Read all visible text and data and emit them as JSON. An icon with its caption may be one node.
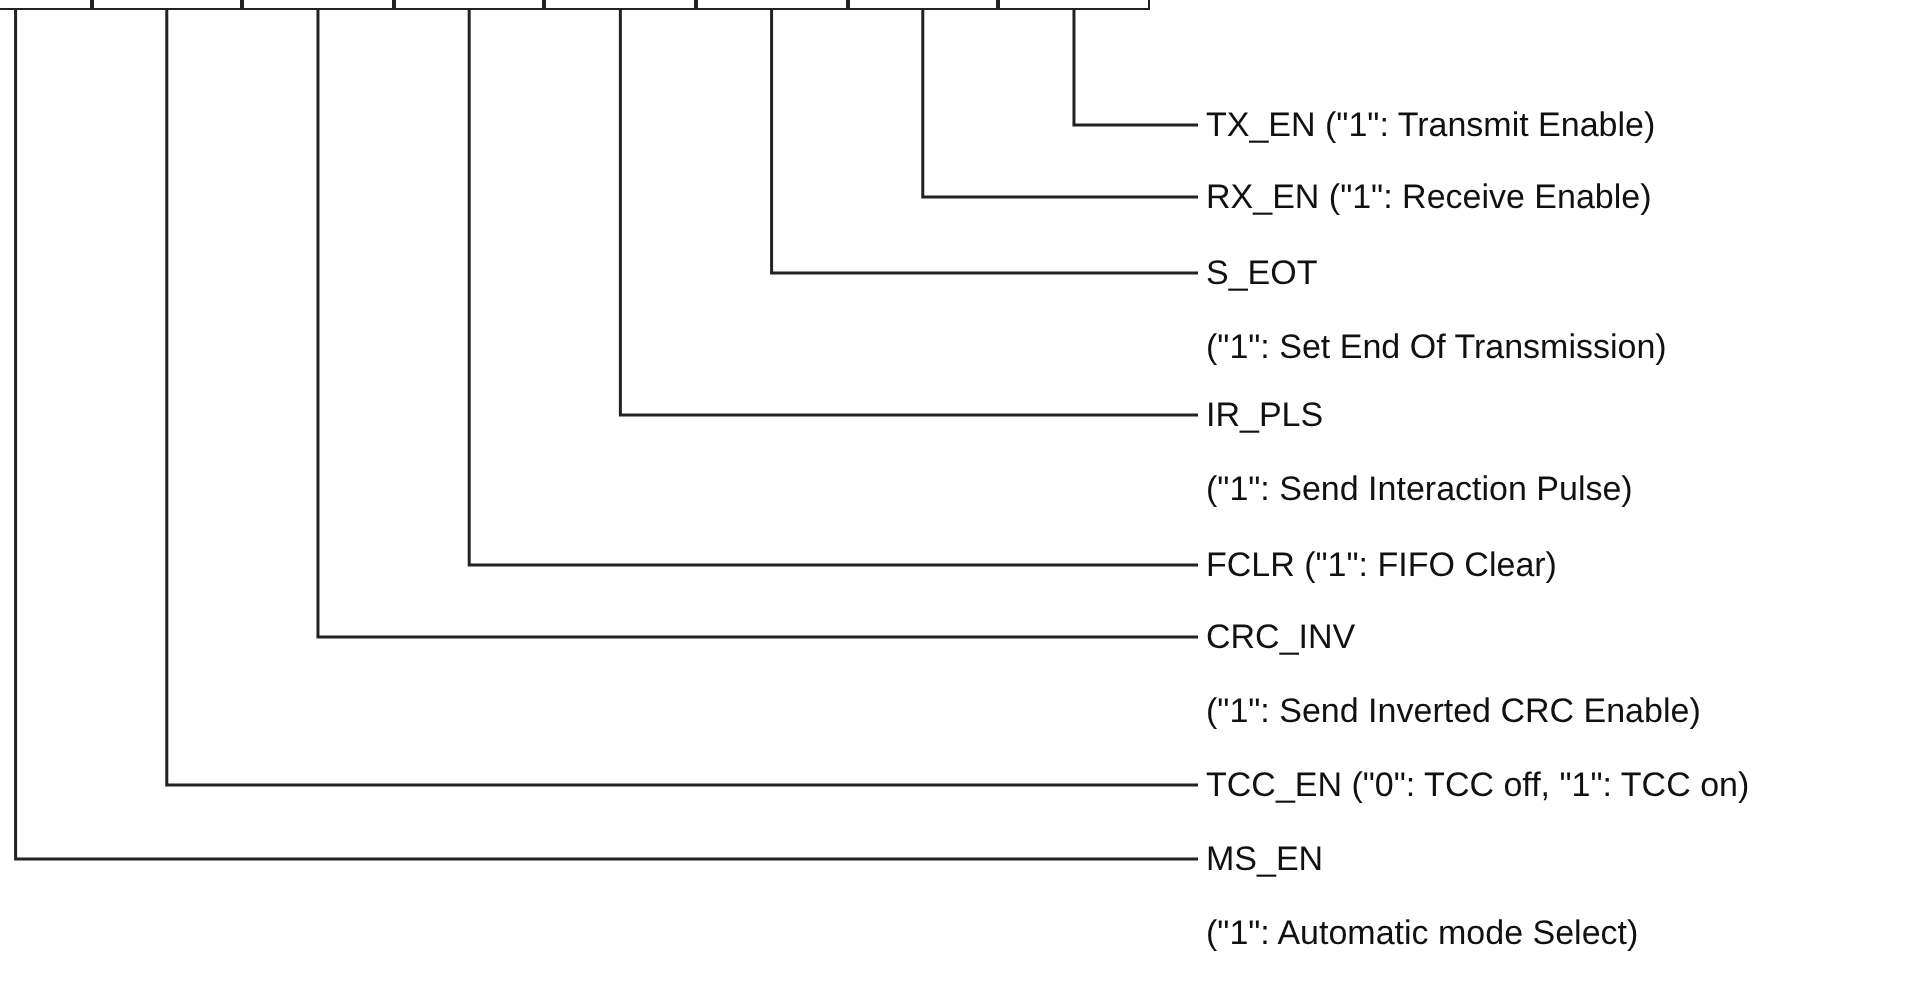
{
  "diagram": {
    "nodes": [
      {
        "text": [],
        "shape": "box"
      },
      {
        "text": [],
        "shape": "box"
      },
      {
        "text": [],
        "shape": "box"
      },
      {
        "text": [],
        "shape": "box"
      },
      {
        "text": [],
        "shape": "box"
      },
      {
        "text": [],
        "shape": "box"
      },
      {
        "text": [],
        "shape": "box"
      },
      {
        "text": [],
        "shape": "box"
      },
      {
        "text": [
          "TX_EN (\"1\": Transmit Enable)"
        ]
      },
      {
        "text": [
          "RX_EN (\"1\": Receive Enable)"
        ]
      },
      {
        "text": [
          "S_EOT",
          "(\"1\": Set End Of Transmission)"
        ]
      },
      {
        "text": [
          "IR_PLS",
          "(\"1\": Send Interaction Pulse)"
        ]
      },
      {
        "text": [
          "FCLR (\"1\": FIFO Clear)"
        ]
      },
      {
        "text": [
          "CRC_INV",
          "(\"1\": Send Inverted CRC Enable)"
        ]
      },
      {
        "text": [
          "TCC_EN (\"0\": TCC off, \"1\": TCC on)"
        ]
      },
      {
        "text": [
          "MS_EN",
          "(\"1\": Automatic mode Select)"
        ]
      }
    ],
    "edges": [
      {
        "from": 8,
        "to": 7,
        "arrow": "none"
      },
      {
        "from": 9,
        "to": 6,
        "arrow": "none"
      },
      {
        "from": 10,
        "to": 5,
        "arrow": "none"
      },
      {
        "from": 11,
        "to": 4,
        "arrow": "none"
      },
      {
        "from": 12,
        "to": 3,
        "arrow": "none"
      },
      {
        "from": 13,
        "to": 2,
        "arrow": "none"
      },
      {
        "from": 14,
        "to": 1,
        "arrow": "none"
      },
      {
        "from": 15,
        "to": 0,
        "arrow": "none"
      }
    ]
  }
}
